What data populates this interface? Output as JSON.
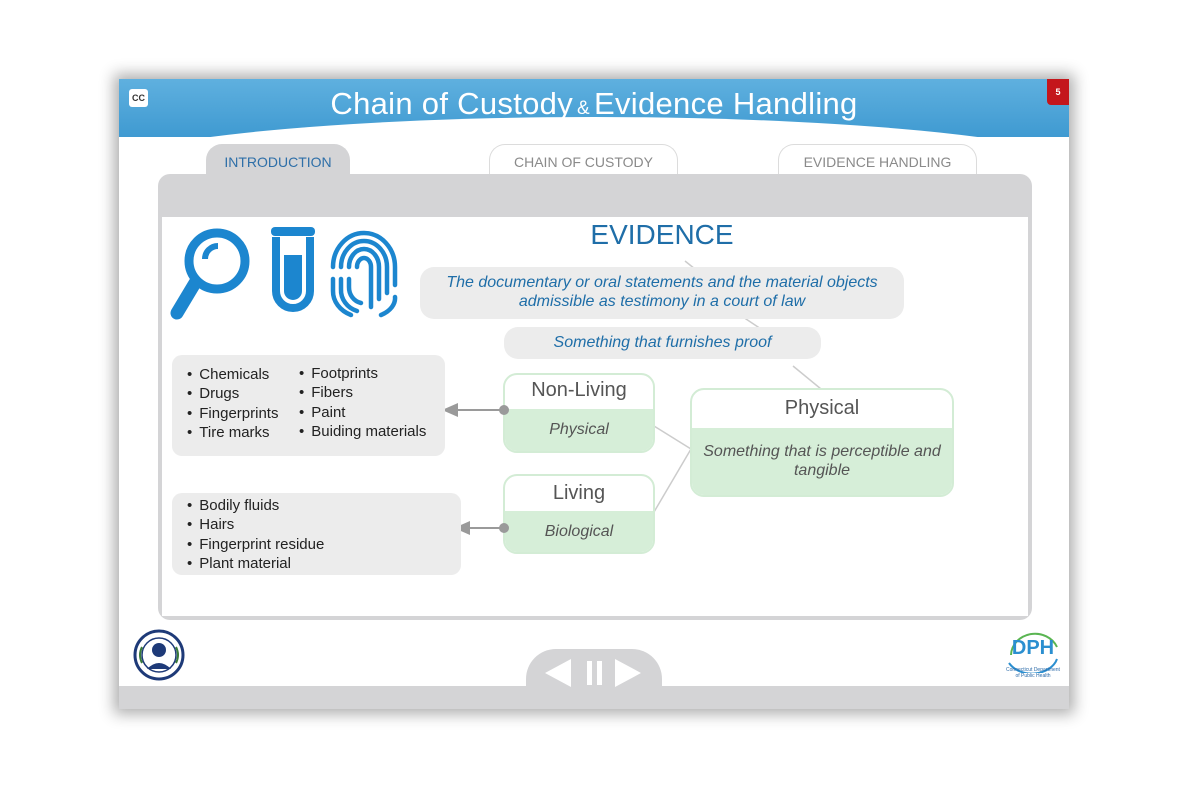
{
  "header": {
    "title_part1": "Chain of Custody",
    "title_amp": "&",
    "title_part2": "Evidence Handling",
    "cc_label": "CC",
    "page_number": "5"
  },
  "tabs": [
    {
      "label": "INTRODUCTION",
      "active": true
    },
    {
      "label": "CHAIN OF CUSTODY",
      "active": false
    },
    {
      "label": "EVIDENCE HANDLING",
      "active": false
    }
  ],
  "content": {
    "heading": "EVIDENCE",
    "definition1": "The documentary or oral statements and the material objects admissible as testimony in a court of law",
    "definition2": "Something that furnishes proof",
    "physical_card": {
      "title": "Physical",
      "description": "Something that is perceptible and tangible"
    },
    "nonliving_card": {
      "title": "Non-Living",
      "subtitle": "Physical"
    },
    "living_card": {
      "title": "Living",
      "subtitle": "Biological"
    },
    "nonliving_list_col1": [
      "Chemicals",
      "Drugs",
      "Fingerprints",
      "Tire marks"
    ],
    "nonliving_list_col2": [
      "Footprints",
      "Fibers",
      "Paint",
      "Buiding materials"
    ],
    "living_list": [
      "Bodily fluids",
      "Hairs",
      "Fingerprint residue",
      "Plant material"
    ]
  },
  "icons": [
    "magnifying-glass-icon",
    "test-tube-icon",
    "fingerprint-icon",
    "state-seal-logo",
    "dph-logo"
  ],
  "logos": {
    "dph_text": "DPH",
    "dph_caption": "Connecticut Department of Public Health"
  },
  "colors": {
    "header_blue": "#47a3d9",
    "title_blue": "#1f6ea8",
    "icon_blue": "#1c86cf",
    "green": "#d6eed8",
    "panel_grey": "#d4d4d6",
    "badge_red": "#c4161c"
  }
}
